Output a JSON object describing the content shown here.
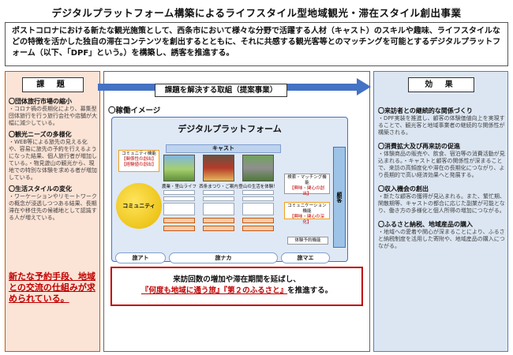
{
  "title": "デジタルプラットフォーム構築によるライフスタイル型地域観光・滞在スタイル創出事業",
  "intro": "ポストコロナにおける新たな観光施策として、西条市において様々な分野で活躍する人材（キャスト）のスキルや趣味、ライフスタイルなどの特徴を活かした独自の滞在コンテンツを創出するとともに、それに共感する観光客等とのマッチングを可能とするデジタルプラットフォーム（以下、「DPF」という。）を構築し、誘客を推進する。",
  "left": {
    "tag": "課 題",
    "items": [
      {
        "h": "〇団体旅行市場の縮小",
        "t": "・コロナ禍の長期化により、募集型団体旅行を行う旅行会社や店舗が大幅に減少している。"
      },
      {
        "h": "〇観光ニーズの多様化",
        "t": "・WEB等による旅先の見える化や、容易に旅先の予約を行えるようになった結果、個人旅行者が増加している。・物見遊山の観光から、現地での特別な体験を求める者が増加している。"
      },
      {
        "h": "〇生活スタイルの変化",
        "t": "・ワーケーションやリモートワークの概念が浸透しつつある結果、長期滞在や移住先の候補地として認識する人が増えている。"
      }
    ],
    "cta": "新たな予約手段、地域との交流の仕組みが求められている。"
  },
  "mid": {
    "tag": "課題を解決する取組（提案事業）",
    "kado": "〇稼働イメージ",
    "platform": "デジタルプラットフォーム",
    "cast": "キャスト",
    "comm_top": "コミュニティ機能",
    "comm_top_red1": "【関係性の創出】",
    "comm_top_red2": "【経験値の創出】",
    "community": "コミュニティ",
    "photos": [
      "農業・里山ライフ",
      "西条まつり・ご案内",
      "登山の生活を体験！"
    ],
    "match": "検索・マッチング機能",
    "match_red": "【興味・関心の創出】",
    "comm2": "コミュニケーション機能",
    "comm2_red": "【興味・関心の深化】",
    "taiken": "体験予約機能",
    "guest": "顧客",
    "phases": [
      "旅アト",
      "旅ナカ",
      "旅マエ"
    ],
    "result1": "来訪回数の増加や滞在期間を延ばし、",
    "result2": "『何度も地域に通う旅』『第２のふるさと』",
    "result3": "を推進する。"
  },
  "right": {
    "tag": "効 果",
    "items": [
      {
        "h": "〇来訪者との継続的な関係づくり",
        "t": "・DPF実装を推進し、顧客の体験価値向上を実現することで、観光客と地域事業者の継続的な関係性が構築される。"
      },
      {
        "h": "〇消費拡大及び再来訪の促進",
        "t": "・体験商品の販売や、飲食、宿泊等の消費活動が見込まれる。・キャストと顧客の関係性が深まることで、来訪の高頻度化や滞在の長期化につながり、より長期的で高い経済効果へと発展する。"
      },
      {
        "h": "〇収入機会の創出",
        "t": "・新たな顧客の獲得が見込まれる。また、繁忙期、閑散期等、キャストの都合に応じた副業が可能となり、働き方の多様化と個人所得の増加につながる。"
      },
      {
        "h": "〇ふるさと納税、地域産品の購入",
        "t": "・地域への愛着や関心が深まることにより、ふるさと納税制度を活用した寄附や、地域産品の購入につながる。"
      }
    ]
  }
}
